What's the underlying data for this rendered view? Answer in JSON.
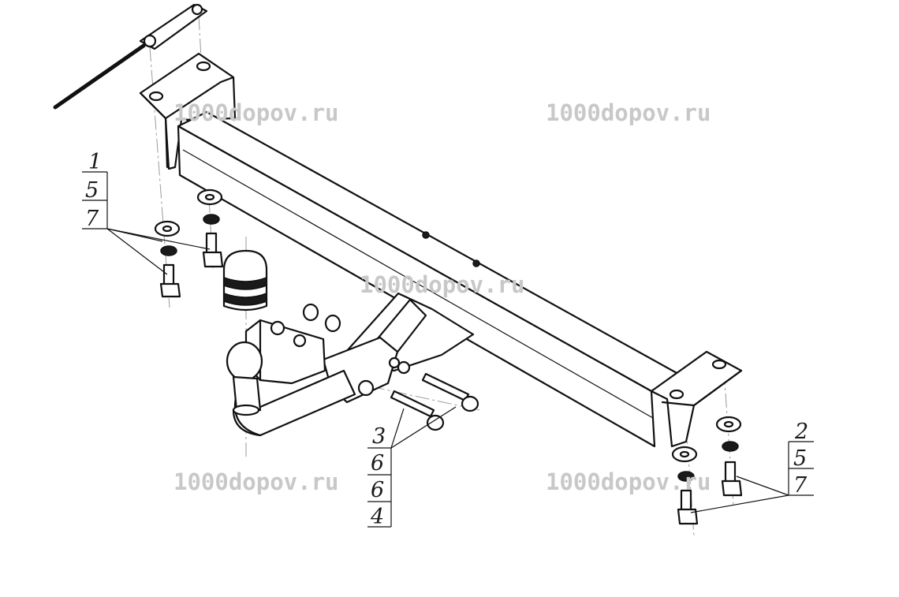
{
  "watermarks": [
    "1000dopov.ru",
    "1000dopov.ru",
    "1000dopov.ru",
    "1000dopov.ru",
    "1000dopov.ru"
  ],
  "callouts": {
    "left": [
      "1",
      "5",
      "7"
    ],
    "middle": [
      "3",
      "6",
      "6",
      "4"
    ],
    "right": [
      "2",
      "5",
      "7"
    ]
  }
}
